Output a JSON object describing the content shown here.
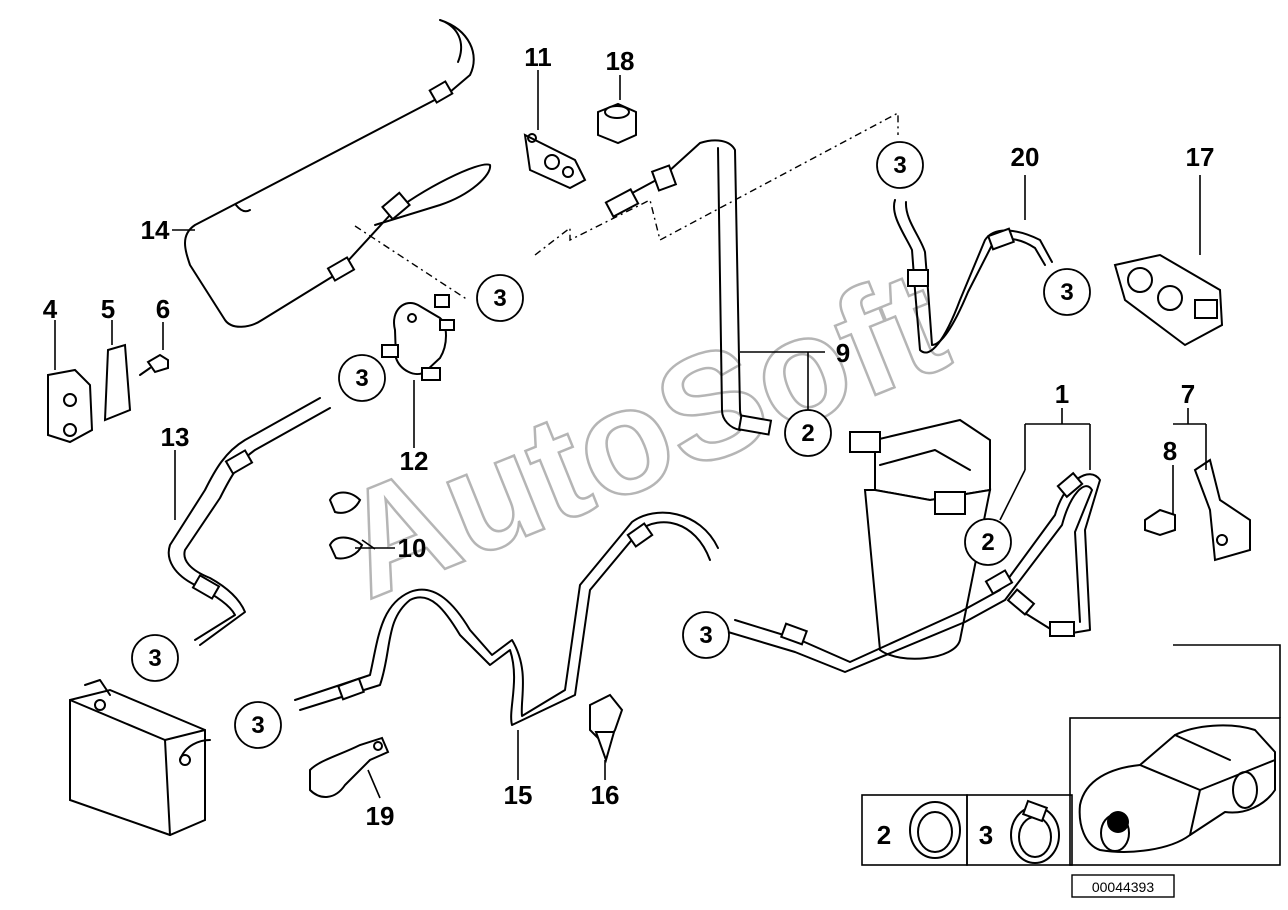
{
  "parts": {
    "p1": "1",
    "p2": "2",
    "p3": "3",
    "p4": "4",
    "p5": "5",
    "p6": "6",
    "p7": "7",
    "p8": "8",
    "p9": "9",
    "p10": "10",
    "p11": "11",
    "p12": "12",
    "p13": "13",
    "p14": "14",
    "p15": "15",
    "p16": "16",
    "p17": "17",
    "p18": "18",
    "p19": "19",
    "p20": "20"
  },
  "callouts": {
    "two": "2",
    "three": "3"
  },
  "legend": {
    "item2": "2",
    "item3": "3"
  },
  "diagram_id": "00044393",
  "watermark": "AutoSoft"
}
